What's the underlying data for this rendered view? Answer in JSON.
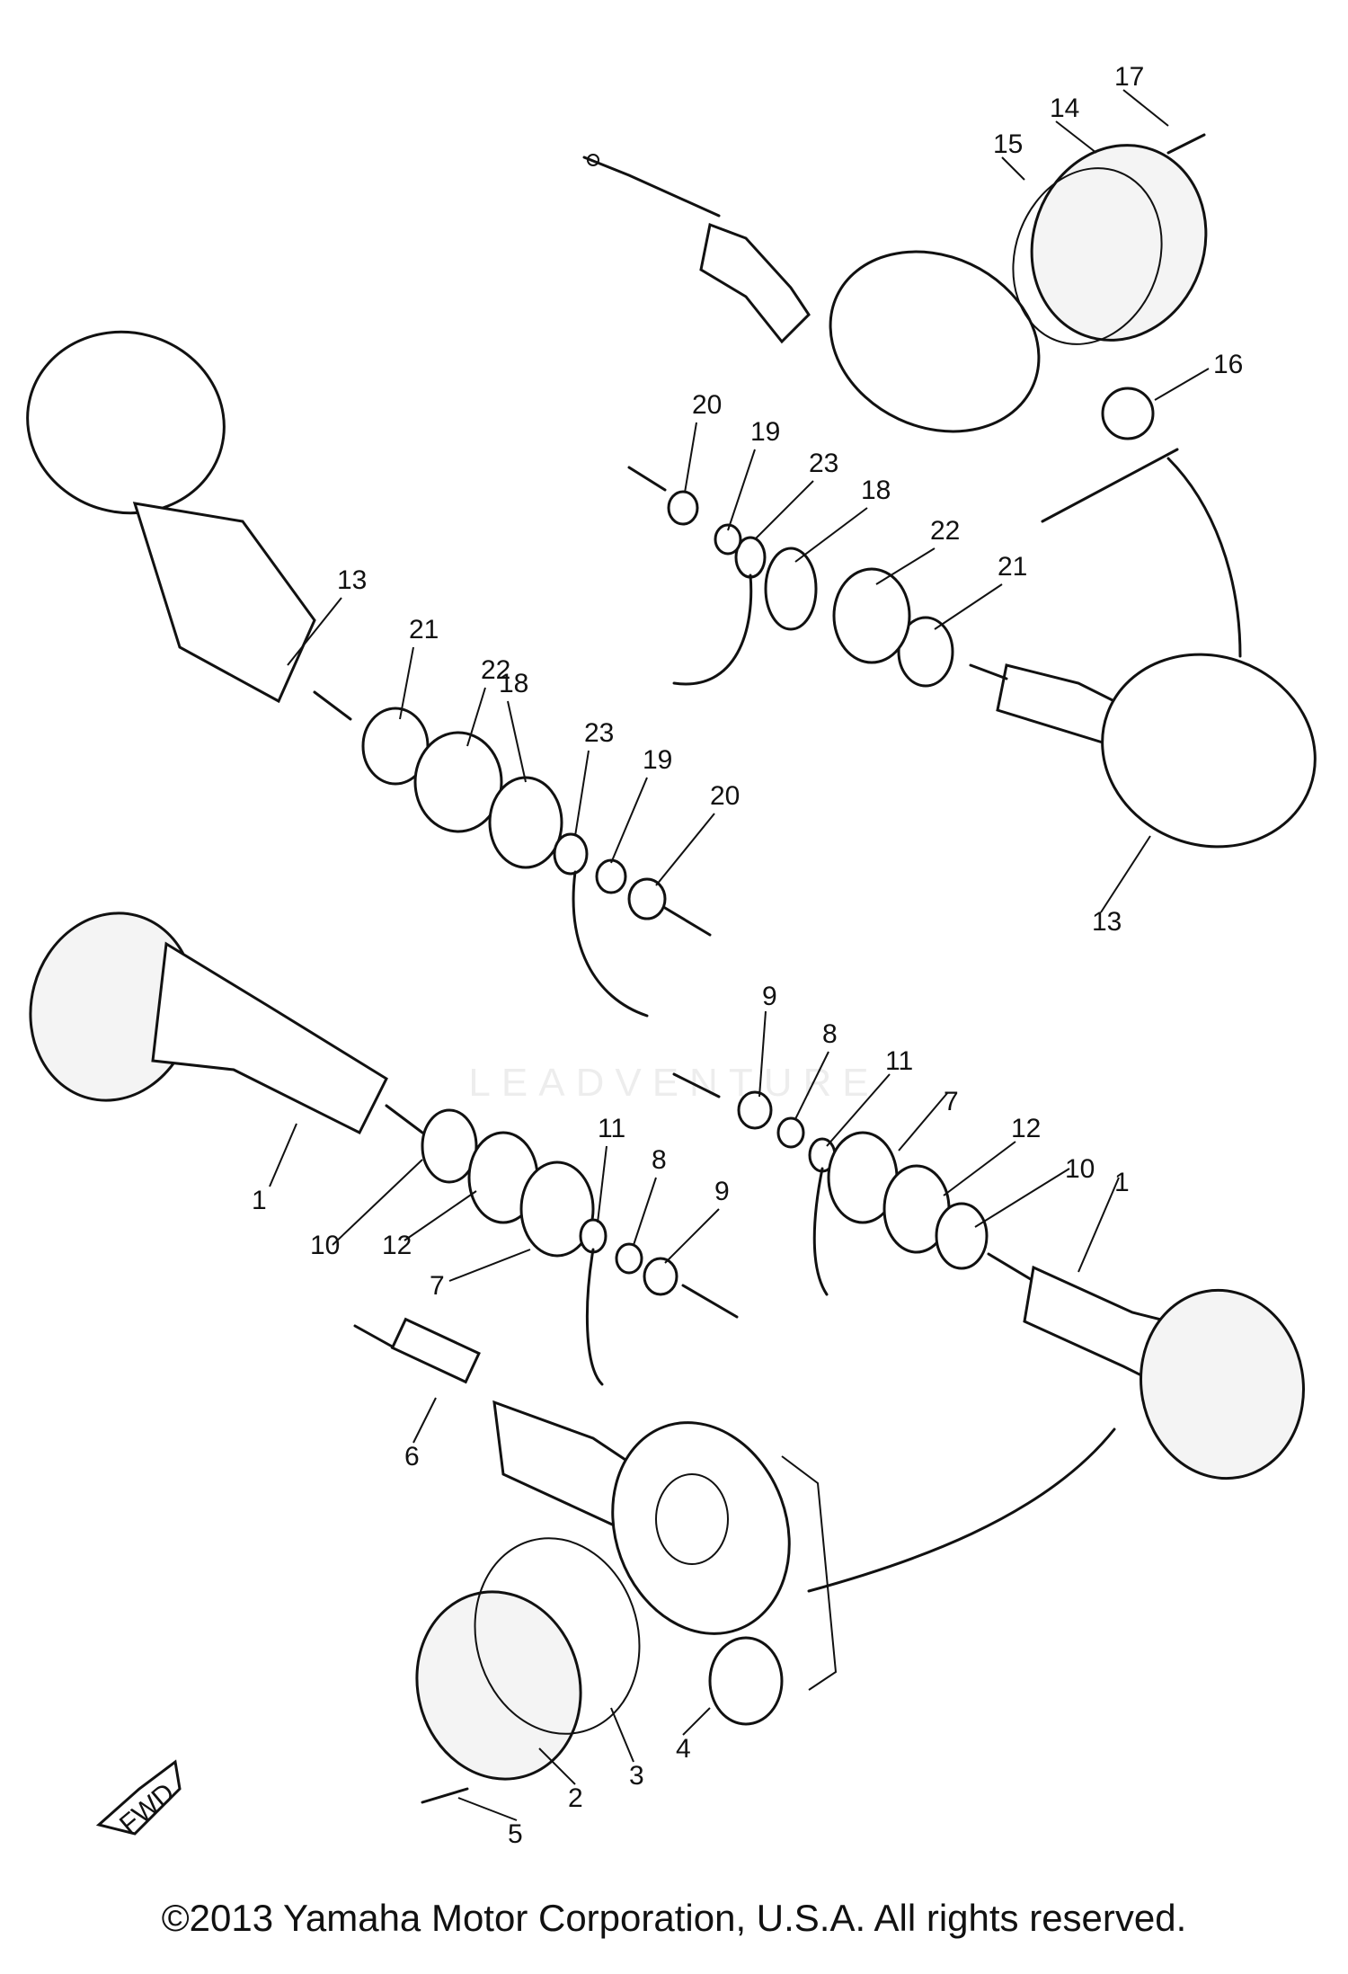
{
  "diagram": {
    "parts": [
      {
        "label": "1"
      },
      {
        "label": "1"
      },
      {
        "label": "2"
      },
      {
        "label": "3"
      },
      {
        "label": "4"
      },
      {
        "label": "5"
      },
      {
        "label": "6"
      },
      {
        "label": "7"
      },
      {
        "label": "7"
      },
      {
        "label": "8"
      },
      {
        "label": "8"
      },
      {
        "label": "9"
      },
      {
        "label": "9"
      },
      {
        "label": "10"
      },
      {
        "label": "10"
      },
      {
        "label": "11"
      },
      {
        "label": "11"
      },
      {
        "label": "12"
      },
      {
        "label": "12"
      },
      {
        "label": "13"
      },
      {
        "label": "13"
      },
      {
        "label": "14"
      },
      {
        "label": "15"
      },
      {
        "label": "16"
      },
      {
        "label": "17"
      },
      {
        "label": "18"
      },
      {
        "label": "18"
      },
      {
        "label": "19"
      },
      {
        "label": "19"
      },
      {
        "label": "20"
      },
      {
        "label": "20"
      },
      {
        "label": "21"
      },
      {
        "label": "21"
      },
      {
        "label": "22"
      },
      {
        "label": "22"
      },
      {
        "label": "23"
      },
      {
        "label": "23"
      }
    ],
    "direction_badge": "FWD",
    "watermark": "LEADVENTURE"
  },
  "footer": {
    "copyright": "©2013 Yamaha Motor Corporation, U.S.A. All rights reserved."
  }
}
